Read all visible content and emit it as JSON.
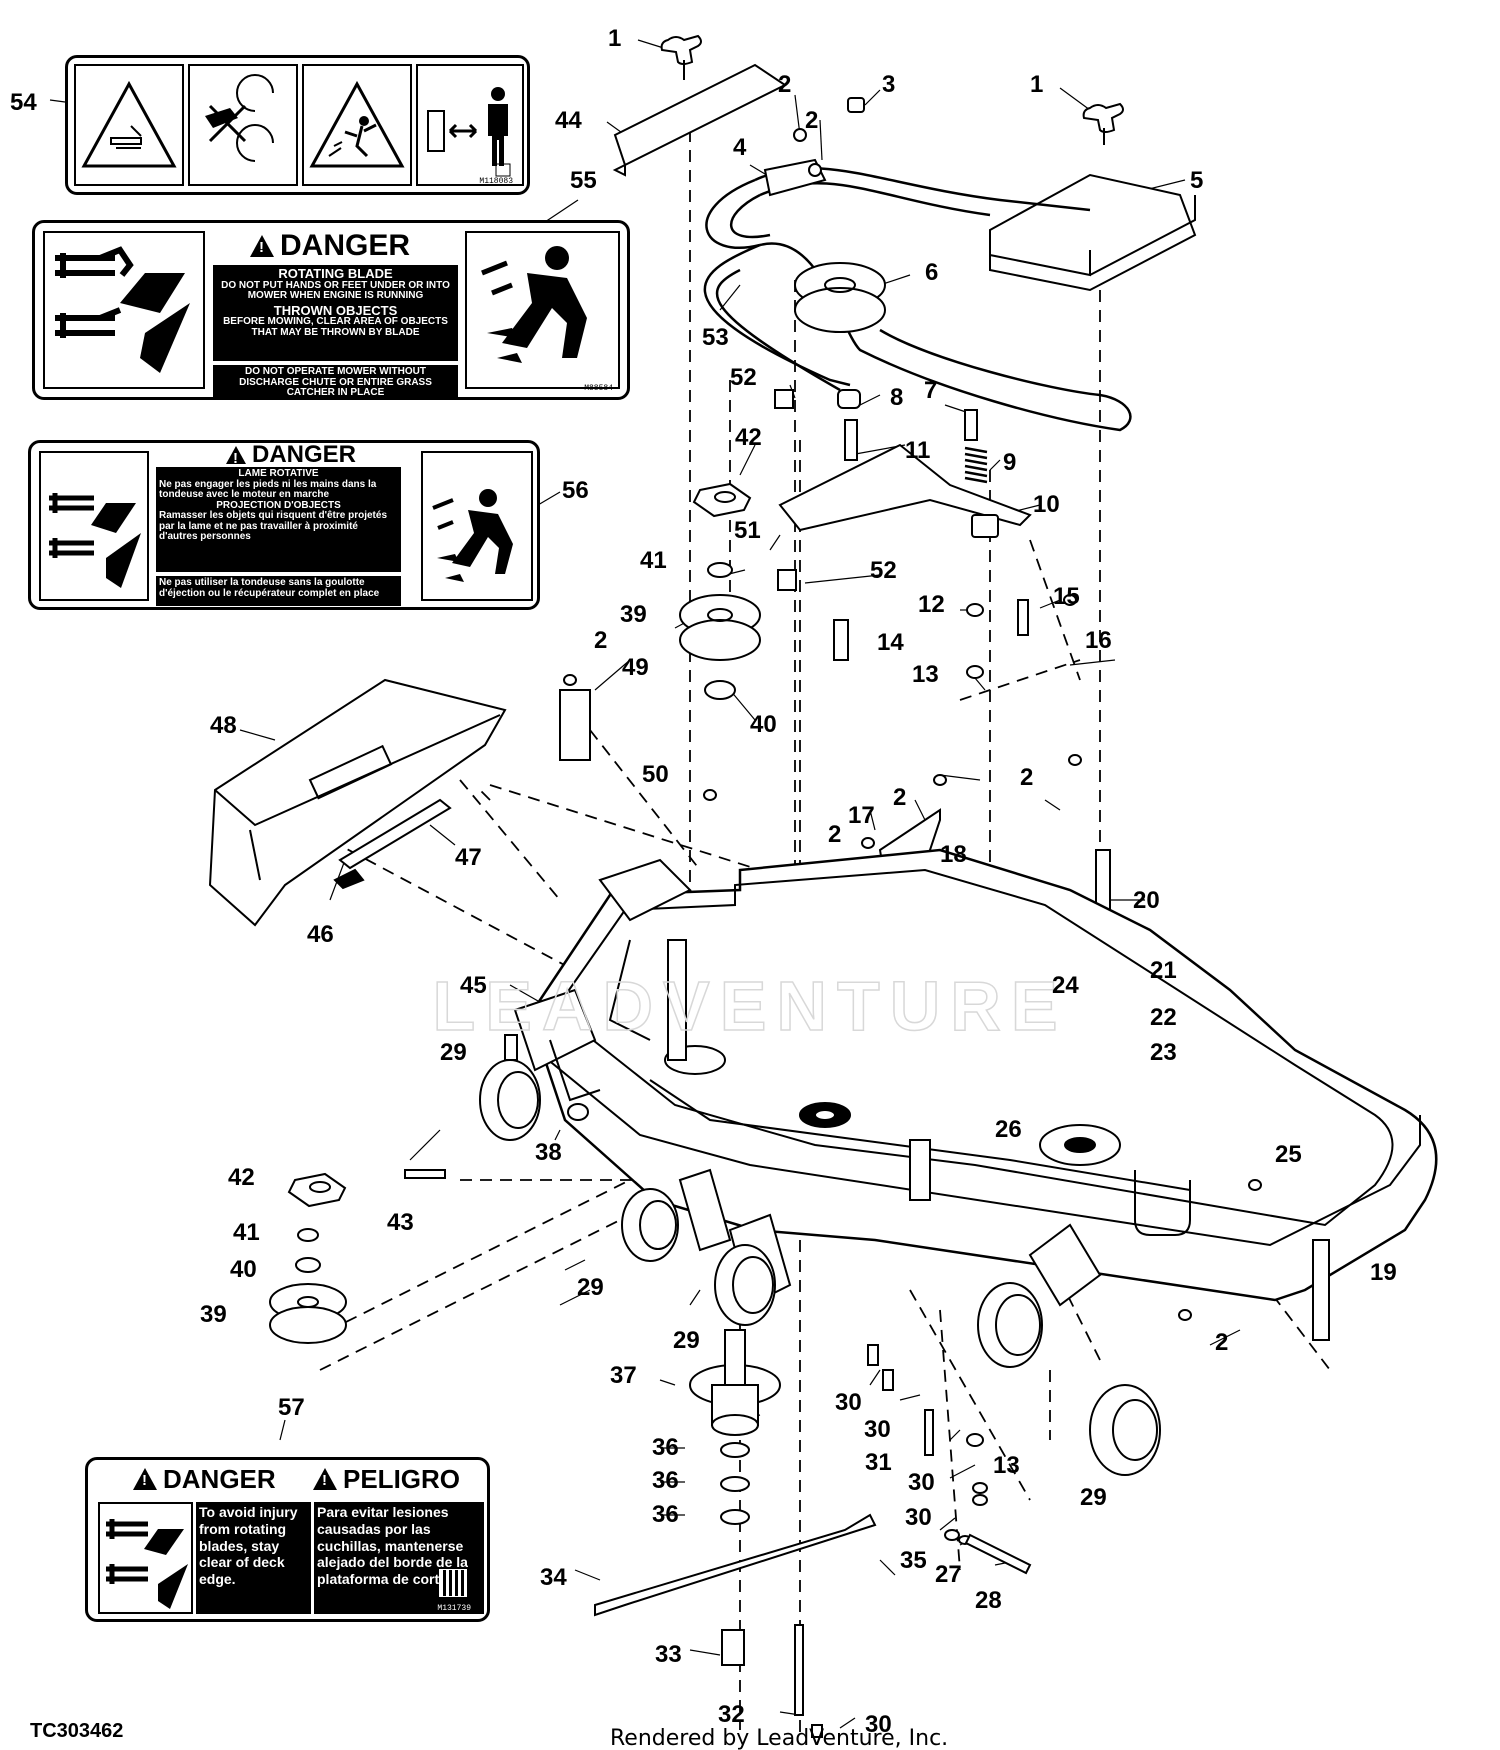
{
  "callouts": [
    {
      "n": "1"
    },
    {
      "n": "2"
    },
    {
      "n": "3"
    },
    {
      "n": "2"
    },
    {
      "n": "1"
    },
    {
      "n": "44"
    },
    {
      "n": "4"
    },
    {
      "n": "5"
    },
    {
      "n": "6"
    },
    {
      "n": "53"
    },
    {
      "n": "52"
    },
    {
      "n": "8"
    },
    {
      "n": "7"
    },
    {
      "n": "42"
    },
    {
      "n": "11"
    },
    {
      "n": "9"
    },
    {
      "n": "51"
    },
    {
      "n": "10"
    },
    {
      "n": "41"
    },
    {
      "n": "52"
    },
    {
      "n": "15"
    },
    {
      "n": "39"
    },
    {
      "n": "12"
    },
    {
      "n": "2"
    },
    {
      "n": "14"
    },
    {
      "n": "16"
    },
    {
      "n": "49"
    },
    {
      "n": "13"
    },
    {
      "n": "40"
    },
    {
      "n": "48"
    },
    {
      "n": "50"
    },
    {
      "n": "2"
    },
    {
      "n": "2"
    },
    {
      "n": "17"
    },
    {
      "n": "2"
    },
    {
      "n": "18"
    },
    {
      "n": "47"
    },
    {
      "n": "46"
    },
    {
      "n": "20"
    },
    {
      "n": "21"
    },
    {
      "n": "45"
    },
    {
      "n": "24"
    },
    {
      "n": "22"
    },
    {
      "n": "23"
    },
    {
      "n": "29"
    },
    {
      "n": "38"
    },
    {
      "n": "26"
    },
    {
      "n": "25"
    },
    {
      "n": "42"
    },
    {
      "n": "43"
    },
    {
      "n": "41"
    },
    {
      "n": "40"
    },
    {
      "n": "29"
    },
    {
      "n": "19"
    },
    {
      "n": "39"
    },
    {
      "n": "29"
    },
    {
      "n": "2"
    },
    {
      "n": "37"
    },
    {
      "n": "30"
    },
    {
      "n": "30"
    },
    {
      "n": "57"
    },
    {
      "n": "31"
    },
    {
      "n": "13"
    },
    {
      "n": "36"
    },
    {
      "n": "30"
    },
    {
      "n": "29"
    },
    {
      "n": "36"
    },
    {
      "n": "30"
    },
    {
      "n": "36"
    },
    {
      "n": "35"
    },
    {
      "n": "27"
    },
    {
      "n": "34"
    },
    {
      "n": "28"
    },
    {
      "n": "33"
    },
    {
      "n": "32"
    },
    {
      "n": "30"
    },
    {
      "n": "54"
    },
    {
      "n": "55"
    },
    {
      "n": "56"
    }
  ],
  "label54": {
    "code": "M118083"
  },
  "label55": {
    "heading": "DANGER",
    "h1": "ROTATING BLADE",
    "t1": "DO NOT PUT HANDS OR FEET UNDER OR INTO MOWER WHEN ENGINE IS RUNNING",
    "h2": "THROWN OBJECTS",
    "t2": "BEFORE MOWING, CLEAR AREA OF OBJECTS THAT MAY BE THROWN BY BLADE",
    "t3": "DO NOT OPERATE MOWER WITHOUT DISCHARGE CHUTE OR ENTIRE GRASS CATCHER IN PLACE",
    "code": "M88584"
  },
  "label56": {
    "heading": "DANGER",
    "h1": "LAME ROTATIVE",
    "t1": "Ne pas engager les pieds ni les mains dans la tondeuse avec le moteur en marche",
    "h2": "PROJECTION D'OBJECTS",
    "t2": "Ramasser les objets qui risquent d'être projetés par la lame et ne pas travailler à proximité d'autres personnes",
    "t3": "Ne pas utiliser la tondeuse sans la goulotte d'éjection ou le récupérateur complet en place"
  },
  "label57": {
    "heading_en": "DANGER",
    "heading_es": "PELIGRO",
    "text_en": "To avoid injury from rotating blades, stay clear of deck edge.",
    "text_es": "Para evitar lesiones causadas por las cuchillas, mantenerse alejado del borde de la plataforma de corte.",
    "code": "M131739"
  },
  "watermark": "LEADVENTURE",
  "figure_id": "TC303462",
  "footer": "Rendered by LeadVenture, Inc."
}
